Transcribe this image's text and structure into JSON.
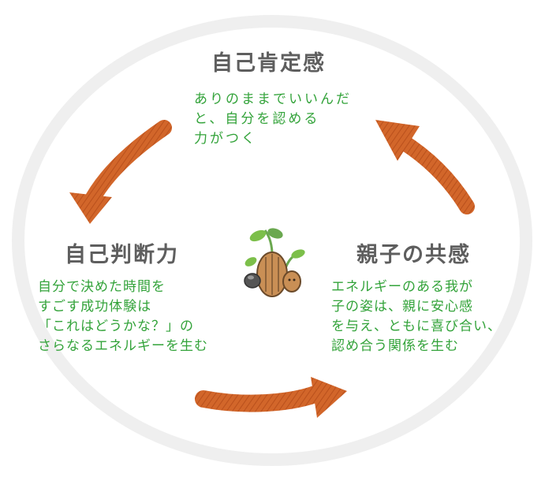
{
  "nodes": {
    "top": {
      "title": "自己肯定感",
      "lines": [
        "ありのままでいいんだ",
        "と、自分を認める",
        "力がつく"
      ]
    },
    "left": {
      "title": "自己判断力",
      "lines": [
        "自分で決めた時間を",
        "すごす成功体験は",
        "「これはどうかな？」の",
        "さらなるエネルギーを生む"
      ]
    },
    "right": {
      "title": "親子の共感",
      "lines": [
        "エネルギーのある我が",
        "子の姿は、親に安心感",
        "を与え、ともに喜び合い、",
        "認め合う関係を生む"
      ]
    }
  },
  "colors": {
    "title": "#5e5e5e",
    "text": "#33a33a",
    "arrow": "#d2662a",
    "circle": "#ededed"
  },
  "icons": {
    "center": "sprouting-seeds-illustration",
    "arrows": [
      "cycle-arrow-left-down",
      "cycle-arrow-bottom-right",
      "cycle-arrow-right-up"
    ]
  }
}
